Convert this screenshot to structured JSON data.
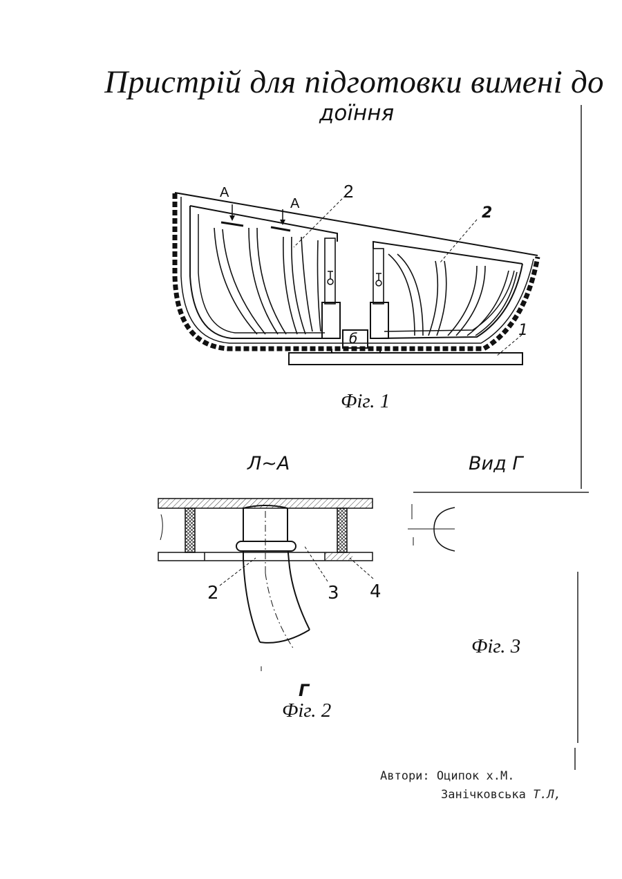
{
  "title": {
    "line1": "Пристрій для підготовки вимені до",
    "line2": "доїння"
  },
  "figure1": {
    "caption": "Фіг. 1",
    "labels": {
      "a_left": "A",
      "a_right": "A",
      "num_2_top": "2",
      "num_2_right": "2",
      "num_1": "1",
      "box_6": "б"
    }
  },
  "section_labels": {
    "section_aa": "Л~А",
    "view_g": "Вид Г"
  },
  "figure2": {
    "caption": "Фіг. 2",
    "arrow_label": "Г",
    "labels": {
      "n2": "2",
      "n3": "3",
      "n4": "4"
    }
  },
  "figure3": {
    "caption": "Фіг. 3"
  },
  "authors": {
    "line1": "Автори: Оципок х.М.",
    "line2_name": "Занічковська",
    "line2_initials": "Т.Л,"
  }
}
